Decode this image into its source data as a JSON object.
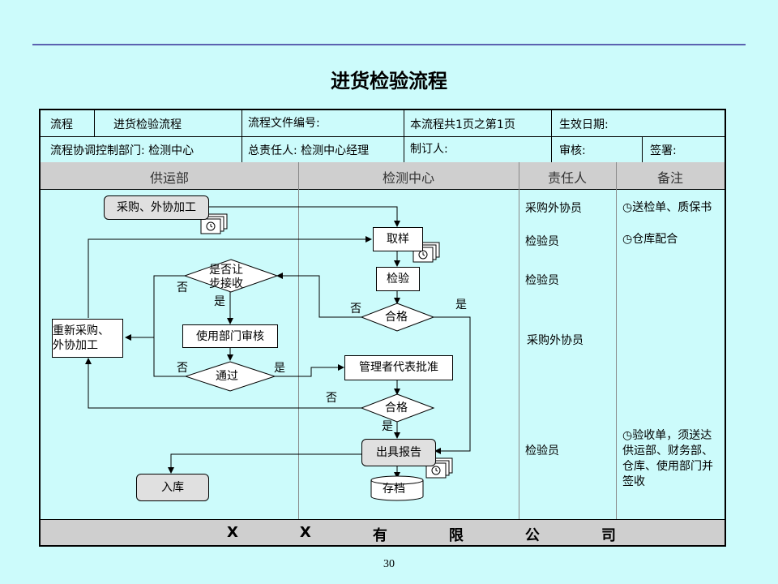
{
  "title": "进货检验流程",
  "info": {
    "process_label": "流程",
    "process_name": "进货检验流程",
    "doc_no_label": "流程文件编号:",
    "page_info": "本流程共1页之第1页",
    "effective_date_label": "生效日期:",
    "dept_label": "流程协调控制部门: 检测中心",
    "owner_label": "总责任人: 检测中心经理",
    "maker_label": "制订人:",
    "review_label": "审核:",
    "sign_label": "签署:"
  },
  "lanes": {
    "supply": "供运部",
    "testing": "检测中心",
    "responsible": "责任人",
    "remarks": "备注"
  },
  "nodes": {
    "purchase": "采购、外协加工",
    "sampling": "取样",
    "inspect": "检验",
    "qualified1": "合格",
    "concession_line1": "是否让",
    "concession_line2": "步接收",
    "user_review": "使用部门审核",
    "pass": "通过",
    "mgr_approve": "管理者代表批准",
    "qualified2": "合格",
    "rework_line1": "重新采购、",
    "rework_line2": "外协加工",
    "report": "出具报告",
    "warehouse_in": "入库",
    "archive": "存档"
  },
  "labels": {
    "no": "否",
    "yes": "是"
  },
  "responsible": [
    "采购外协员",
    "检验员",
    "检验员",
    "采购外协员",
    "检验员"
  ],
  "remarks": {
    "r1": "送检单、质保书",
    "r2": "仓库配合",
    "r3_lines": [
      "验收单，须送达",
      "供运部、财务部、",
      "仓库、使用部门并",
      "签收"
    ]
  },
  "footer_chars": [
    "X",
    "X",
    "有",
    "限",
    "公",
    "司"
  ],
  "page_number": "30"
}
